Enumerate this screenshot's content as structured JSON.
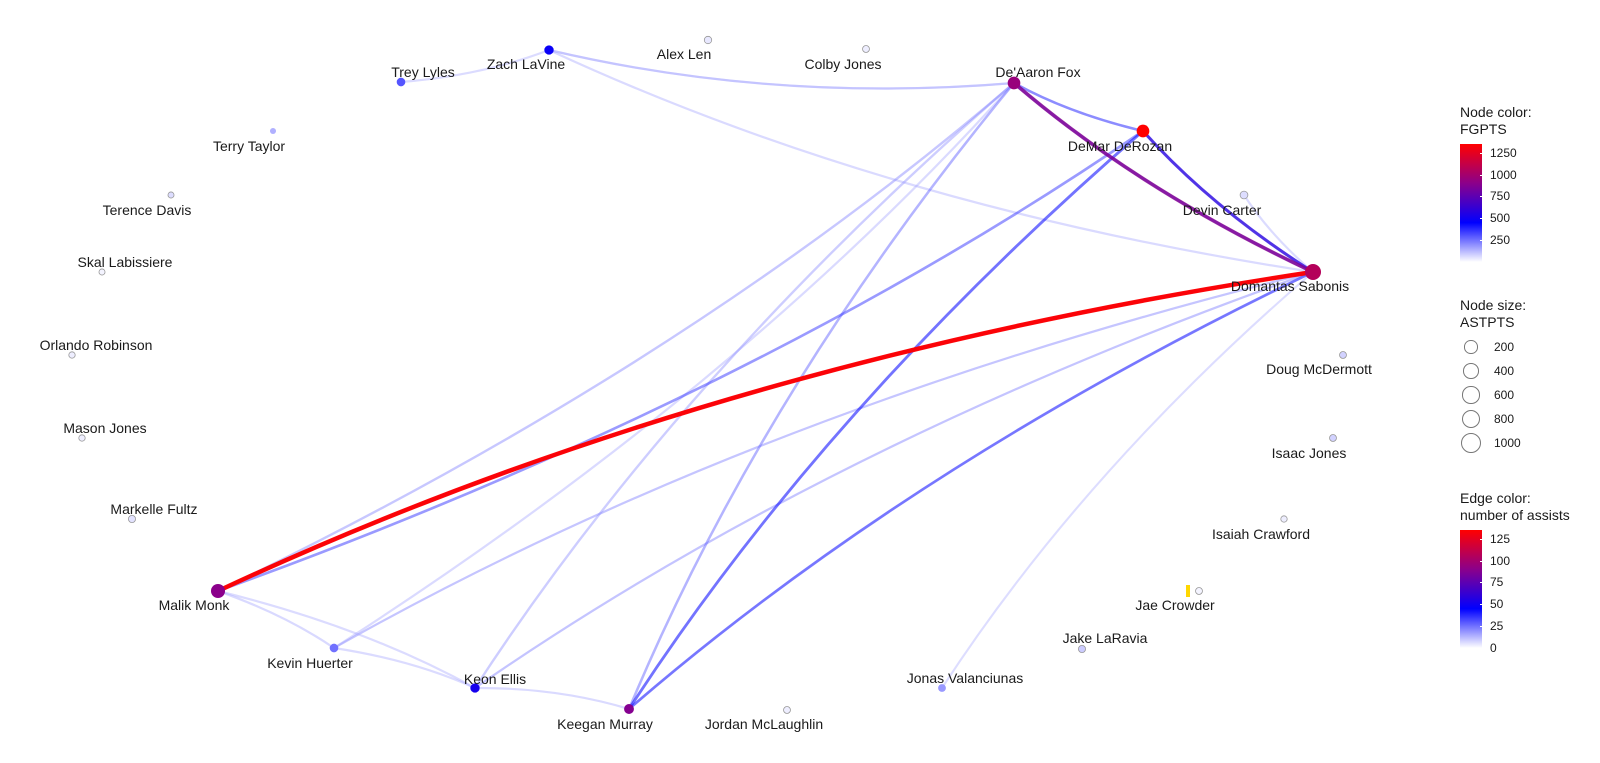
{
  "legend": {
    "node_color": {
      "title_line1": "Node color:",
      "title_line2": "FGPTS",
      "ticks": [
        {
          "label": "1250",
          "value": 1250
        },
        {
          "label": "1000",
          "value": 1000
        },
        {
          "label": "750",
          "value": 750
        },
        {
          "label": "500",
          "value": 500
        },
        {
          "label": "250",
          "value": 250
        }
      ],
      "range": [
        0,
        1350
      ],
      "colors": [
        "#ffffff",
        "#0000ff",
        "#8b008b",
        "#ff0000"
      ]
    },
    "node_size": {
      "title_line1": "Node size:",
      "title_line2": "ASTPTS",
      "entries": [
        {
          "label": "200",
          "value": 200
        },
        {
          "label": "400",
          "value": 400
        },
        {
          "label": "600",
          "value": 600
        },
        {
          "label": "800",
          "value": 800
        },
        {
          "label": "1000",
          "value": 1000
        }
      ]
    },
    "edge_color": {
      "title_line1": "Edge color:",
      "title_line2": "number of assists",
      "ticks": [
        {
          "label": "125",
          "value": 125
        },
        {
          "label": "100",
          "value": 100
        },
        {
          "label": "75",
          "value": 75
        },
        {
          "label": "50",
          "value": 50
        },
        {
          "label": "25",
          "value": 25
        },
        {
          "label": "0",
          "value": 0
        }
      ],
      "range": [
        0,
        135
      ],
      "colors": [
        "#ffffff",
        "#0000ff",
        "#8b008b",
        "#ff0000"
      ]
    }
  },
  "network": {
    "nodes": [
      {
        "id": "sabonis",
        "label": "Domantas Sabonis",
        "fgpts": 1060,
        "astpts": 1000
      },
      {
        "id": "derozan",
        "label": "DeMar DeRozan",
        "fgpts": 1350,
        "astpts": 520
      },
      {
        "id": "fox",
        "label": "De'Aaron Fox",
        "fgpts": 950,
        "astpts": 520
      },
      {
        "id": "monk",
        "label": "Malik Monk",
        "fgpts": 900,
        "astpts": 700
      },
      {
        "id": "murray",
        "label": "Keegan Murray",
        "fgpts": 880,
        "astpts": 240
      },
      {
        "id": "ellis",
        "label": "Keon Ellis",
        "fgpts": 520,
        "astpts": 200
      },
      {
        "id": "huerter",
        "label": "Kevin Huerter",
        "fgpts": 250,
        "astpts": 150
      },
      {
        "id": "lavine",
        "label": "Zach LaVine",
        "fgpts": 480,
        "astpts": 200
      },
      {
        "id": "lyles",
        "label": "Trey Lyles",
        "fgpts": 300,
        "astpts": 150
      },
      {
        "id": "len",
        "label": "Alex Len",
        "fgpts": 40,
        "astpts": 80
      },
      {
        "id": "colby",
        "label": "Colby Jones",
        "fgpts": 30,
        "astpts": 60
      },
      {
        "id": "carter",
        "label": "Devin Carter",
        "fgpts": 60,
        "astpts": 100
      },
      {
        "id": "mcdermott",
        "label": "Doug McDermott",
        "fgpts": 80,
        "astpts": 60
      },
      {
        "id": "isaac",
        "label": "Isaac Jones",
        "fgpts": 80,
        "astpts": 60
      },
      {
        "id": "crawford",
        "label": "Isaiah Crawford",
        "fgpts": 30,
        "astpts": 40
      },
      {
        "id": "crowder",
        "label": "Jae Crowder",
        "fgpts": 20,
        "astpts": 60
      },
      {
        "id": "laravia",
        "label": "Jake LaRavia",
        "fgpts": 90,
        "astpts": 70
      },
      {
        "id": "valanciunas",
        "label": "Jonas Valanciunas",
        "fgpts": 180,
        "astpts": 100
      },
      {
        "id": "mclaughlin",
        "label": "Jordan McLaughlin",
        "fgpts": 30,
        "astpts": 60
      },
      {
        "id": "fultz",
        "label": "Markelle Fultz",
        "fgpts": 50,
        "astpts": 70
      },
      {
        "id": "mason",
        "label": "Mason Jones",
        "fgpts": 30,
        "astpts": 40
      },
      {
        "id": "robinson",
        "label": "Orlando Robinson",
        "fgpts": 30,
        "astpts": 40
      },
      {
        "id": "skal",
        "label": "Skal Labissiere",
        "fgpts": 20,
        "astpts": 30
      },
      {
        "id": "davis",
        "label": "Terence Davis",
        "fgpts": 60,
        "astpts": 30
      },
      {
        "id": "taylor",
        "label": "Terry Taylor",
        "fgpts": 140,
        "astpts": 30
      }
    ],
    "edges": [
      {
        "from": "monk",
        "to": "sabonis",
        "assists": 135
      },
      {
        "from": "sabonis",
        "to": "monk",
        "assists": 95
      },
      {
        "from": "fox",
        "to": "sabonis",
        "assists": 90
      },
      {
        "from": "derozan",
        "to": "sabonis",
        "assists": 60
      },
      {
        "from": "sabonis",
        "to": "fox",
        "assists": 55
      },
      {
        "from": "sabonis",
        "to": "derozan",
        "assists": 40
      },
      {
        "from": "fox",
        "to": "derozan",
        "assists": 30
      },
      {
        "from": "derozan",
        "to": "fox",
        "assists": 25
      },
      {
        "from": "derozan",
        "to": "murray",
        "assists": 45
      },
      {
        "from": "sabonis",
        "to": "murray",
        "assists": 40
      },
      {
        "from": "fox",
        "to": "murray",
        "assists": 28
      },
      {
        "from": "derozan",
        "to": "monk",
        "assists": 35
      },
      {
        "from": "fox",
        "to": "monk",
        "assists": 22
      },
      {
        "from": "fox",
        "to": "ellis",
        "assists": 20
      },
      {
        "from": "fox",
        "to": "huerter",
        "assists": 12
      },
      {
        "from": "fox",
        "to": "lavine",
        "assists": 14
      },
      {
        "from": "lavine",
        "to": "fox",
        "assists": 10
      },
      {
        "from": "lavine",
        "to": "sabonis",
        "assists": 12
      },
      {
        "from": "lavine",
        "to": "lyles",
        "assists": 9
      },
      {
        "from": "carter",
        "to": "sabonis",
        "assists": 10
      },
      {
        "from": "sabonis",
        "to": "ellis",
        "assists": 12
      },
      {
        "from": "sabonis",
        "to": "huerter",
        "assists": 10
      },
      {
        "from": "sabonis",
        "to": "valanciunas",
        "assists": 5
      },
      {
        "from": "monk",
        "to": "huerter",
        "assists": 14
      },
      {
        "from": "huerter",
        "to": "ellis",
        "assists": 10
      },
      {
        "from": "ellis",
        "to": "murray",
        "assists": 12
      },
      {
        "from": "monk",
        "to": "ellis",
        "assists": 10
      },
      {
        "from": "ellis",
        "to": "sabonis",
        "assists": 8
      },
      {
        "from": "murray",
        "to": "sabonis",
        "assists": 10
      },
      {
        "from": "huerter",
        "to": "sabonis",
        "assists": 8
      }
    ]
  }
}
